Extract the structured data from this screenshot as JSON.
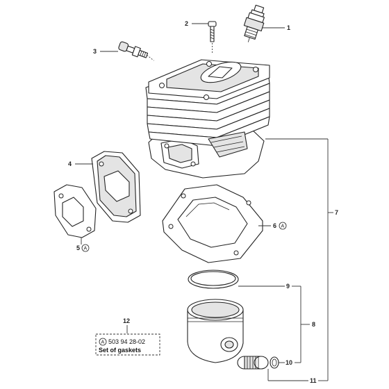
{
  "callouts": {
    "c1": "1",
    "c2": "2",
    "c3": "3",
    "c4": "4",
    "c5": "5",
    "c6": "6",
    "c7": "7",
    "c8": "8",
    "c9": "9",
    "c10": "10",
    "c11": "11",
    "c12": "12"
  },
  "kit_marker": "A",
  "kit_box": {
    "part_number": "503 94 28-02",
    "description": "Set of gaskets"
  }
}
